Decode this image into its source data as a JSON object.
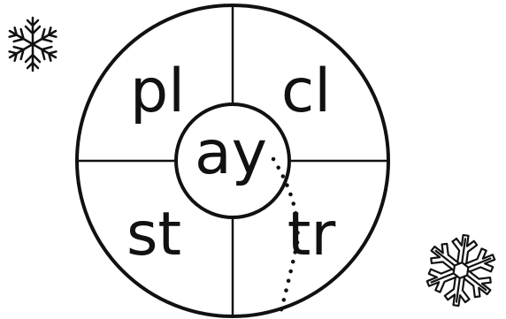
{
  "worksheet": {
    "center_sound": "ay",
    "onsets": {
      "top_left": "pl",
      "top_right": "cl",
      "bottom_left": "st",
      "bottom_right": "tr"
    }
  },
  "decorations": {
    "top_left_icon": "snowflake-icon",
    "bottom_right_icon": "snowflake-icon"
  },
  "colors": {
    "ink": "#111111",
    "background": "#ffffff"
  }
}
